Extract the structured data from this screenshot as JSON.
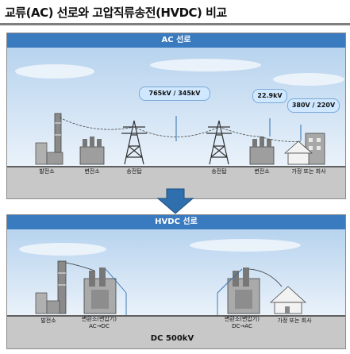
{
  "title": "교류(AC) 선로와 고압직류송전(HVDC) 비교",
  "ac": {
    "header": "AC 선로",
    "voltage_high": "765kV / 345kV",
    "voltage_mid": "22.9kV",
    "voltage_low": "380V / 220V",
    "labels": {
      "plant": "발전소",
      "substation1": "변전소",
      "tower1": "송전탑",
      "tower2": "송전탑",
      "substation2": "변전소",
      "home": "가정 또는 회사"
    }
  },
  "hvdc": {
    "header": "HVDC 선로",
    "dc_voltage": "DC 500kV",
    "labels": {
      "plant": "발전소",
      "converter1_line1": "변환소(변압기)",
      "converter1_line2": "AC→DC",
      "converter2_line1": "변환소(변압기)",
      "converter2_line2": "DC→AC",
      "home": "가정 또는 회사"
    }
  },
  "colors": {
    "header": "#3a7bbf",
    "sky": "#cfe2f3",
    "ground": "#c8c8c8",
    "pill": "#cfe8ff",
    "arrow": "#2f6fae"
  }
}
